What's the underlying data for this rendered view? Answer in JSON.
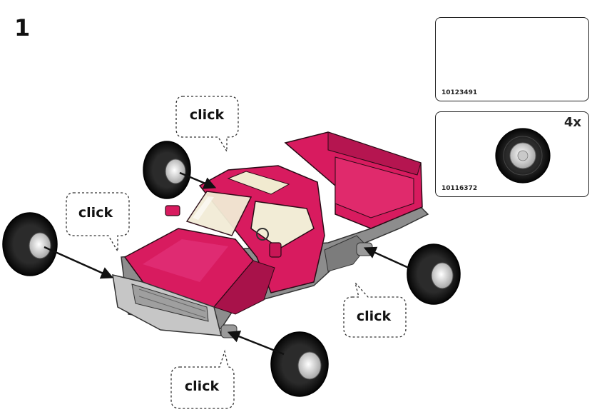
{
  "step": {
    "number": "1"
  },
  "parts": [
    {
      "code": "10123491",
      "quantity": ""
    },
    {
      "code": "10116372",
      "quantity": "4x"
    }
  ],
  "callouts": [
    "click",
    "click",
    "click",
    "click"
  ],
  "colors": {
    "body": "#d81b5f",
    "body_dark": "#a8124a",
    "chassis": "#8a8a8a",
    "bumper": "#c4c4c4",
    "tire": "#111111",
    "rim": "#d8d8d8"
  }
}
